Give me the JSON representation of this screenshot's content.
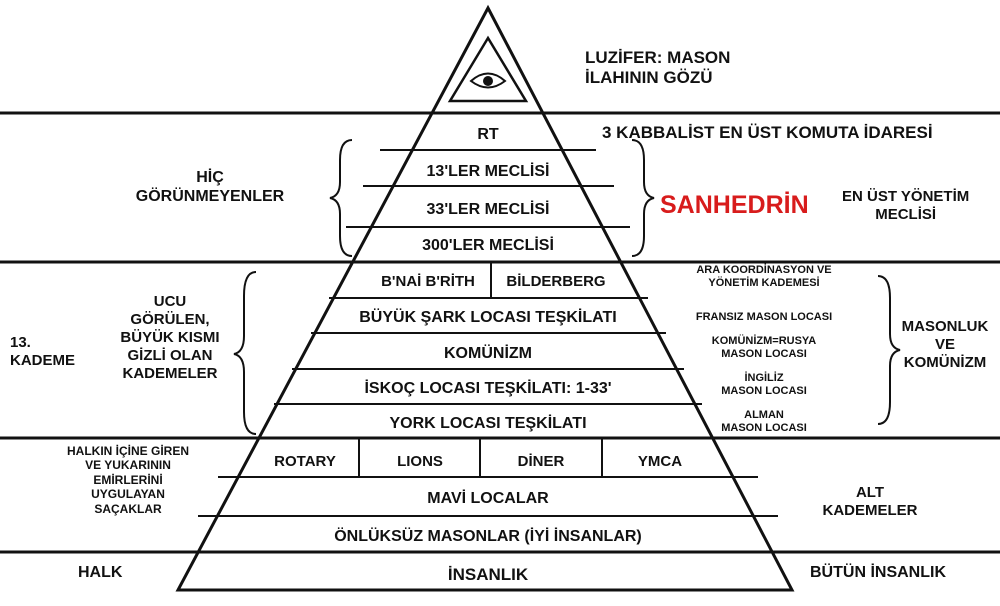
{
  "top": {
    "label": "LUZİFER: MASON\nİLAHININ GÖZÜ"
  },
  "rows": {
    "rt": "RT",
    "m13": "13'LER MECLİSİ",
    "m33": "33'LER MECLİSİ",
    "m300": "300'LER MECLİSİ",
    "bnai": "B'NAİ B'RİTH",
    "bilderberg": "BİLDERBERG",
    "sark": "BÜYÜK ŞARK LOCASI TEŞKİLATI",
    "komunizm": "KOMÜNİZM",
    "iskoc": "İSKOÇ LOCASI TEŞKİLATI: 1-33'",
    "york": "YORK LOCASI TEŞKİLATI",
    "rotary": "ROTARY",
    "lions": "LIONS",
    "diner": "DİNER",
    "ymca": "YMCA",
    "mavi": "MAVİ LOCALAR",
    "onluksuz": "ÖNLÜKSÜZ MASONLAR (İYİ İNSANLAR)",
    "insanlik": "İNSANLIK"
  },
  "left": {
    "hic": "HİÇ\nGÖRÜNMEYENLER",
    "kademe13": "13.\nKADEME",
    "ucu": "UCU\nGÖRÜLEN,\nBÜYÜK KISMI\nGİZLİ OLAN\nKADEMELER",
    "halkin": "HALKIN İÇİNE GİREN\nVE YUKARININ\nEMİRLERİNİ\nUYGULAYAN\nSAÇAKLAR",
    "halk": "HALK"
  },
  "right": {
    "kabbalist": "3 KABBALİST EN ÜST KOMUTA İDARESİ",
    "sanhedrin": "SANHEDRİN",
    "en_ust": "EN ÜST YÖNETİM\nMECLİSİ",
    "ara": "ARA KOORDİNASYON VE\nYÖNETİM KADEMESİ",
    "fransiz": "FRANSIZ MASON LOCASI",
    "komunizm_rusya": "KOMÜNİZM=RUSYA\nMASON LOCASI",
    "ingiliz": "İNGİLİZ\nMASON LOCASI",
    "alman": "ALMAN\nMASON LOCASI",
    "masonluk": "MASONLUK\nVE\nKOMÜNİZM",
    "alt": "ALT\nKADEMELER",
    "butun": "BÜTÜN İNSANLIK"
  },
  "colors": {
    "ink": "#111111",
    "accent_red": "#d81c1c",
    "background": "#ffffff"
  },
  "icons": [
    "all-seeing-eye-icon"
  ]
}
